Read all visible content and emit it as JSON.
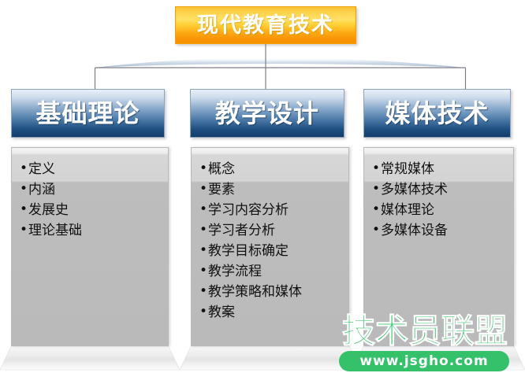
{
  "diagram": {
    "root": {
      "label": "现代教育技术",
      "bg_color_top": "#fcc23a",
      "bg_color_bottom": "#f79200",
      "text_color": "#ffffff"
    },
    "branches": [
      {
        "header": "基础理论",
        "items": [
          "定义",
          "内涵",
          "发展史",
          "理论基础"
        ]
      },
      {
        "header": "教学设计",
        "items": [
          "概念",
          "要素",
          "学习内容分析",
          "学习者分析",
          "教学目标确定",
          "教学流程",
          "教学策略和媒体",
          "教案"
        ]
      },
      {
        "header": "媒体技术",
        "items": [
          "常规媒体",
          "多媒体技术",
          "媒体理论",
          "多媒体设备"
        ]
      }
    ],
    "bullet": "•",
    "header_color_top": "#e9eff7",
    "header_color_bottom": "#123d6b",
    "body_color": "#bababa"
  },
  "watermark": {
    "brand": "技术员联盟",
    "url": "www.jsgho.com",
    "color": "#35c06a"
  }
}
